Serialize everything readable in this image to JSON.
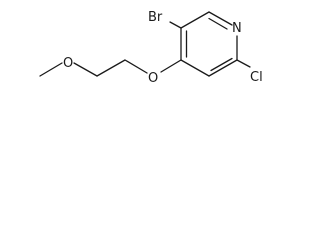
{
  "diagram": {
    "kind": "chemical-structure",
    "atoms": {
      "br": "Br",
      "n": "N",
      "cl": "Cl",
      "o_ether": "O",
      "o_methoxy": "O"
    }
  }
}
